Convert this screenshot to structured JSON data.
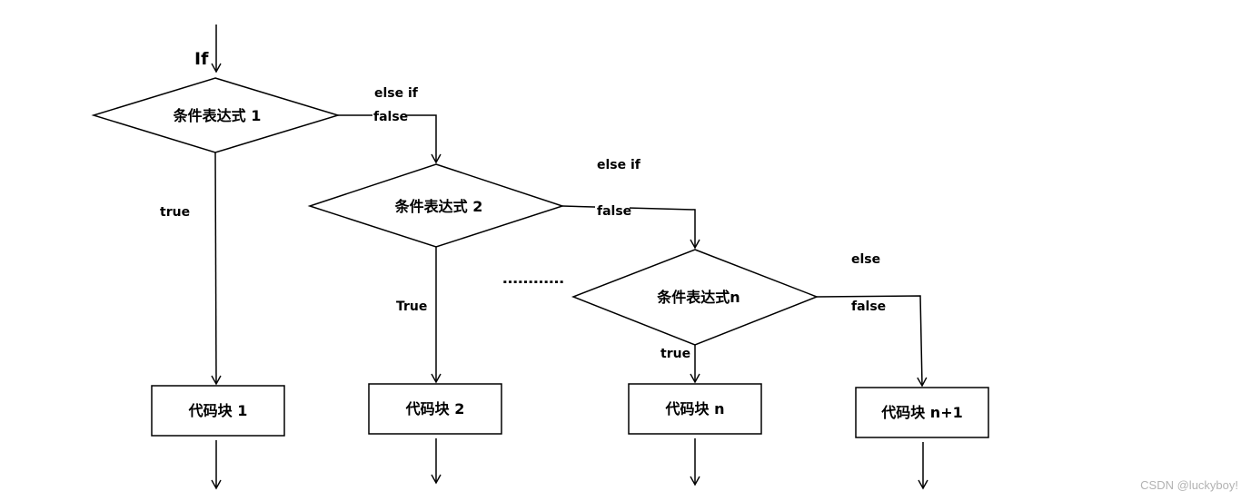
{
  "diagram": {
    "start_label": "If",
    "conditions": [
      {
        "label": "条件表达式 1"
      },
      {
        "label": "条件表达式 2"
      },
      {
        "label": "条件表达式n"
      }
    ],
    "blocks": [
      {
        "label": "代码块 1"
      },
      {
        "label": "代码块 2"
      },
      {
        "label": "代码块 n"
      },
      {
        "label": "代码块 n+1"
      }
    ],
    "edges": {
      "else_if_1": "else if",
      "false_1": "false",
      "true_1": "true",
      "else_if_2": "else if",
      "false_2": "false",
      "true_2": "True",
      "ellipsis": "…………",
      "true_n": "true",
      "else": "else",
      "false_n": "false"
    }
  },
  "watermark": "CSDN @luckyboy!"
}
